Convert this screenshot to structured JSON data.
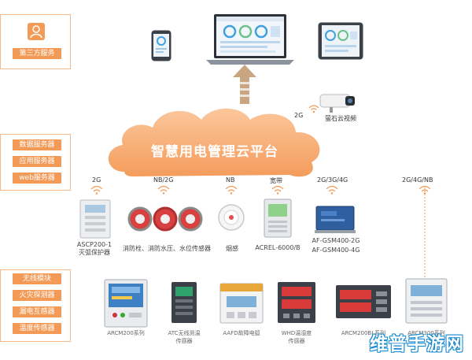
{
  "third_party": {
    "label": "第三方服务"
  },
  "services": [
    "数据服务器",
    "应用服务器",
    "web服务器"
  ],
  "cloud": {
    "title": "智慧用电管理云平台"
  },
  "camera": {
    "network": "2G",
    "label": "萤石云视频"
  },
  "edge_devices": [
    {
      "network": "2G",
      "label": "ASCP200-1\n灭弧保护器"
    },
    {
      "network": "NB/2G",
      "label": "消防栓、消防水压、水位传感器"
    },
    {
      "network": "NB",
      "label": "烟感"
    },
    {
      "network": "宽带",
      "label": "ACREL-6000/B"
    },
    {
      "network": "2G/3G/4G",
      "label": "AF-GSM400-2G\nAF-GSM400-4G"
    },
    {
      "network": "2G/4G/NB",
      "label": ""
    }
  ],
  "modules": [
    "无线模块",
    "火灾探测器",
    "漏电互感器",
    "温度传感器"
  ],
  "meters": [
    {
      "label": "ARCM200系列"
    },
    {
      "label": "ATC无线测温\n传感器"
    },
    {
      "label": "AAFD故障电弧"
    },
    {
      "label": "WHD温湿度\n传感器"
    },
    {
      "label": "ARCM200BL系列"
    },
    {
      "label": "ARCM300系列"
    }
  ],
  "watermark": "维普手游网",
  "colors": {
    "accent": "#f39a57",
    "cloud": "#f7b07a",
    "arrow": "#c8a07c",
    "link": "#1a8bd0"
  }
}
